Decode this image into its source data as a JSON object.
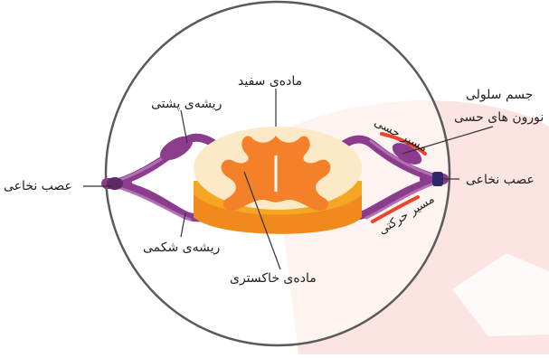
{
  "labels": {
    "white_matter": "ماده‌ی سفید",
    "dorsal_root": "ریشه‌ی پشتی",
    "spinal_nerve_left": "عصب نخاعی",
    "spinal_nerve_right": "عصب نخاعی",
    "ventral_root": "ریشه‌ی شکمی",
    "gray_matter": "ماده‌ی خاکستری",
    "cell_body_line1": "جسم سلولی",
    "cell_body_line2": "نورون های حسی",
    "sensory_path": "مسیر حسی",
    "motor_path": "مسیر حرکتی"
  },
  "colors": {
    "white_matter": "#fbe9c8",
    "gray_matter": "#f4812a",
    "nerve": "#8b3c8c",
    "arrow_red": "#e8452c",
    "background_shape": "#fbe1de"
  }
}
